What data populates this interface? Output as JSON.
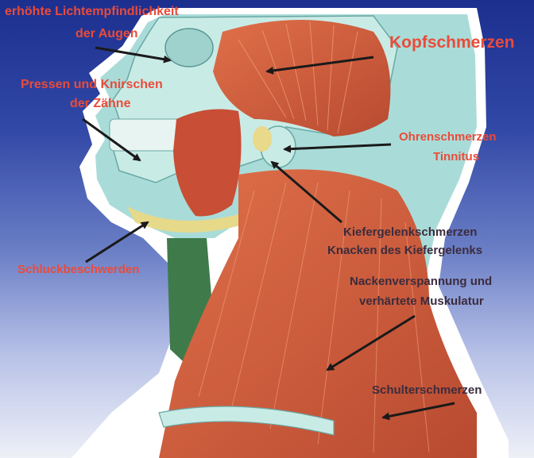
{
  "labels": {
    "light_sensitivity_line1": "erhöhte Lichtempfindlichkeit",
    "light_sensitivity_line2": "der Augen",
    "grinding_line1": "Pressen und Knirschen",
    "grinding_line2": "der Zähne",
    "headache": "Kopfschmerzen",
    "earache_line1": "Ohrenschmerzen",
    "earache_line2": "Tinnitus",
    "jaw_joint_line1": "Kiefergelenkschmerzen",
    "jaw_joint_line2": "Knacken des Kiefergelenks",
    "swallowing": "Schluckbeschwerden",
    "neck_tension_line1": "Nackenverspannung und",
    "neck_tension_line2": "verhärtete Muskulatur",
    "shoulder_pain": "Schulterschmerzen"
  },
  "colors": {
    "label_red": "#ea4b3a",
    "label_dark": "#3b2c3e",
    "skin": "#a9dcd8",
    "muscle": "#cc5b3d",
    "background_top": "#1c2f8f"
  }
}
